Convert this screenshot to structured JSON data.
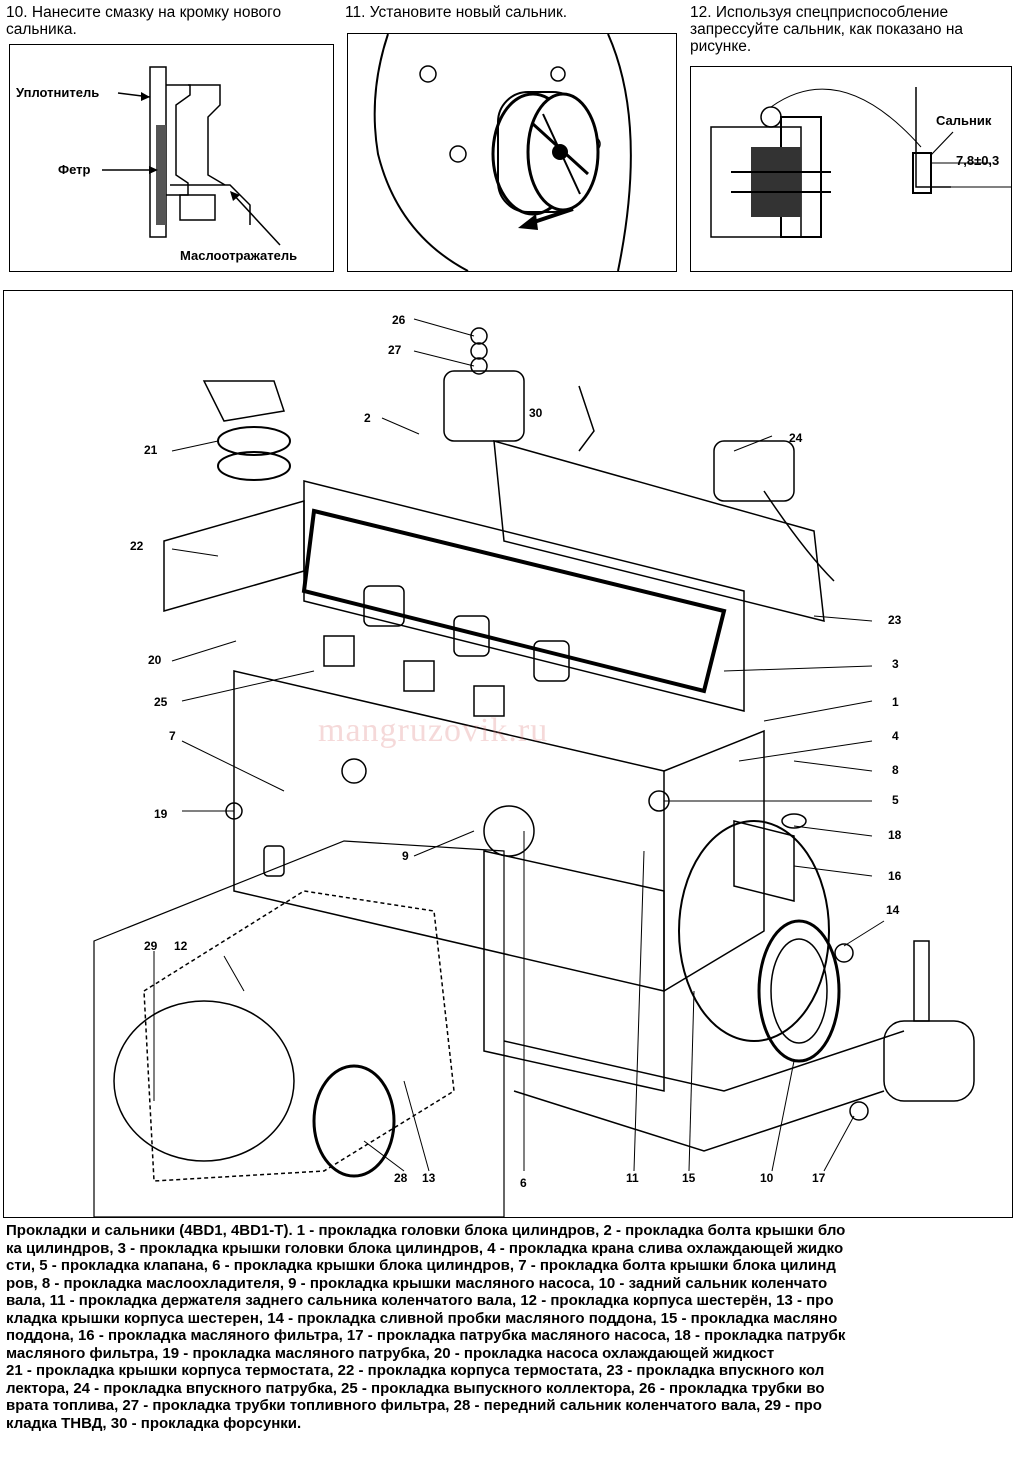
{
  "steps": [
    {
      "number": "10.",
      "text": "Нанесите смазку на кромку нового сальника."
    },
    {
      "number": "11.",
      "text": "Установите новый сальник."
    },
    {
      "number": "12.",
      "text": "Используя спецприспособление запрессуйте сальник, как показано на рисунке."
    }
  ],
  "fig10_labels": {
    "seal": "Уплотнитель",
    "felt": "Фетр",
    "deflector": "Маслоотражатель"
  },
  "fig12_labels": {
    "oil_seal": "Сальник",
    "dimension": "7,8±0,3"
  },
  "callouts": [
    "26",
    "27",
    "2",
    "30",
    "21",
    "24",
    "22",
    "23",
    "20",
    "3",
    "25",
    "1",
    "7",
    "4",
    "8",
    "19",
    "5",
    "18",
    "9",
    "16",
    "29",
    "12",
    "14",
    "28",
    "13",
    "6",
    "11",
    "15",
    "10",
    "17"
  ],
  "watermark": "mangruzovik.ru",
  "caption": "Прокладки и сальники (4BD1, 4BD1-T). 1 - прокладка головки блока цилиндров, 2 - прокладка болта крышки бло\nка цилиндров, 3 - прокладка крышки головки блока цилиндров, 4 - прокладка крана слива охлаждающей жидко\nсти, 5 - прокладка клапана, 6 - прокладка крышки блока цилиндров, 7 - прокладка болта крышки блока цилинд\nров, 8 - прокладка маслоохладителя, 9 - прокладка крышки масляного насоса, 10 - задний сальник коленчато\nвала, 11 - прокладка держателя заднего сальника коленчатого вала, 12 - прокладка корпуса шестерён, 13 - про\nкладка крышки корпуса шестерен, 14 - прокладка сливной пробки масляного поддона, 15 - прокладка масляно\nподдона, 16 - прокладка масляного фильтра, 17 - прокладка патрубка масляного насоса, 18 - прокладка патрубк\nмасляного фильтра, 19 - прокладка масляного патрубка, 20 - прокладка насоса охлаждающей жидкост\n21 - прокладка крышки корпуса термостата, 22 - прокладка корпуса термостата, 23 - прокладка впускного кол\nлектора, 24 - прокладка впускного патрубка, 25 - прокладка выпускного коллектора, 26 - прокладка трубки во\nврата топлива, 27 - прокладка трубки топливного фильтра, 28 - передний сальник коленчатого вала, 29 - про\nкладка ТНВД, 30 - прокладка форсунки."
}
